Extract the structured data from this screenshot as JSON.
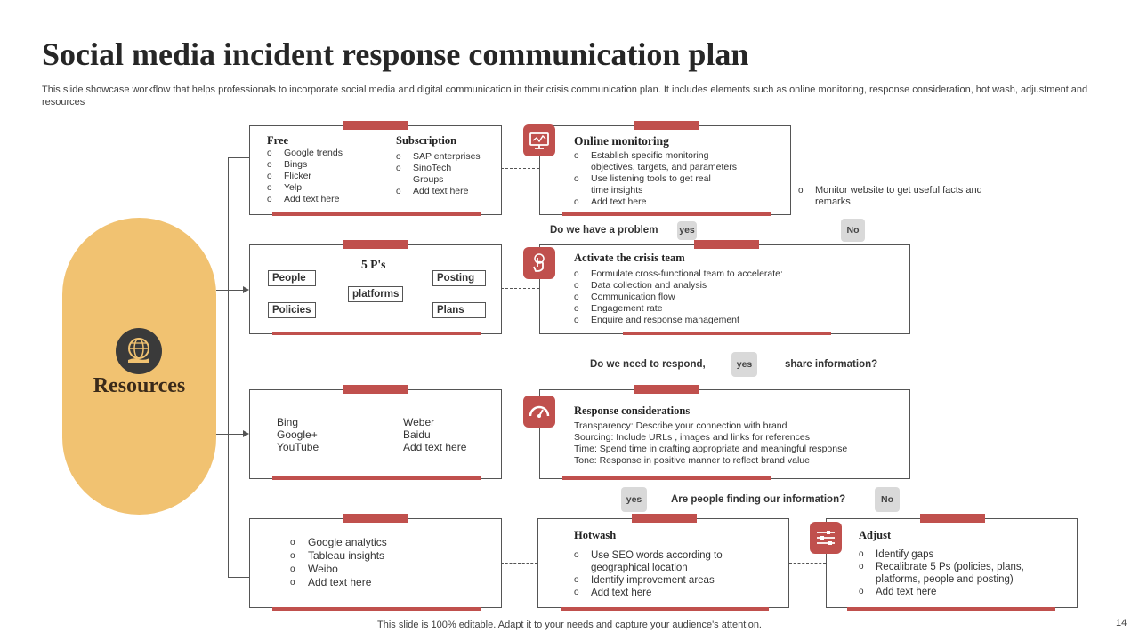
{
  "title": "Social media incident response communication plan",
  "subtitle": "This slide showcase workflow that helps professionals to incorporate social media and digital communication in their crisis communication plan. It includes elements such as online monitoring, response consideration, hot wash, adjustment and resources",
  "resources": {
    "label": "Resources",
    "icon": "globe-hand-icon"
  },
  "box1": {
    "free_heading": "Free",
    "free_items": [
      "Google trends",
      "Bings",
      "Flicker",
      "Yelp",
      "Add text here"
    ],
    "sub_heading": "Subscription",
    "sub_items": [
      "SAP enterprises",
      "SinoTech Groups",
      "Add text here"
    ]
  },
  "box2": {
    "heading": "5 P's",
    "people": "People",
    "posting": "Posting",
    "platforms": "platforms",
    "policies": "Policies",
    "plans": "Plans"
  },
  "box3": {
    "col1": [
      "Bing",
      "Google+",
      "YouTube"
    ],
    "col2": [
      "Weber",
      "Baidu",
      "Add text here"
    ]
  },
  "box4": {
    "items": [
      "Google analytics",
      "Tableau  insights",
      "Weibo",
      "Add text here"
    ]
  },
  "online_monitoring": {
    "heading": "Online monitoring",
    "icon": "monitor-icon",
    "items": [
      "Establish specific monitoring objectives, targets, and parameters",
      "Use listening tools to get real time insights",
      "Add text here"
    ],
    "side_note": "Monitor website to get useful facts and remarks"
  },
  "q1": {
    "text": "Do we have a problem",
    "yes": "yes",
    "no": "No"
  },
  "crisis_team": {
    "heading": "Activate the crisis team",
    "icon": "hand-pointer-icon",
    "items": [
      "Formulate  cross-functional team to accelerate:",
      "Data  collection and analysis",
      "Communication  flow",
      "Engagement  rate",
      "Enquire  and response management"
    ]
  },
  "q2": {
    "text_left": "Do we need to respond,",
    "yes": "yes",
    "text_right": "share information?"
  },
  "response": {
    "heading": "Response considerations",
    "icon": "gauge-icon",
    "lines": [
      "Transparency: Describe your connection with brand",
      "Sourcing: Include URLs  , images and links for references",
      "Time:  Spend time in crafting appropriate and meaningful response",
      "Tone: Response in positive manner to reflect brand value"
    ]
  },
  "q3": {
    "yes": "yes",
    "text": "Are people finding  our information?",
    "no": "No"
  },
  "hotwash": {
    "heading": "Hotwash",
    "items": [
      "Use SEO words according to geographical location",
      "Identify improvement areas",
      "Add text here"
    ]
  },
  "adjust": {
    "heading": "Adjust",
    "icon": "sliders-icon",
    "items": [
      "Identify gaps",
      "Recalibrate 5 Ps (policies, plans, platforms, people and posting)",
      "Add text here"
    ]
  },
  "footer": "This slide is 100% editable. Adapt it to your needs and capture your audience's attention.",
  "page_number": "14",
  "colors": {
    "accent": "#c0504d",
    "resources_bg": "#f1c271",
    "pill_bg": "#d9d9d9"
  }
}
